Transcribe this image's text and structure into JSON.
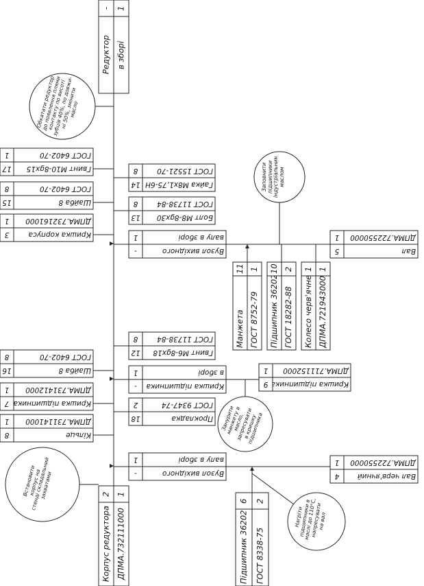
{
  "assembly": {
    "name": "Редуктор",
    "subtitle": "в зборі",
    "dash": "-",
    "qty": "1"
  },
  "housing_assembly": {
    "name": "Корпус редуктора",
    "code": "ДПМА.732111000",
    "pos": "2",
    "qty": "1"
  },
  "left_parts": [
    {
      "name": "Гвинт М10-8gx15",
      "code": "ГОСТ 6402-70",
      "pos": "17",
      "qty": "1"
    },
    {
      "name": "Шайба 8",
      "code": "ГОСТ 6402-70",
      "pos": "15",
      "qty": "8"
    },
    {
      "name": "Кришка корпуса",
      "code": "ДПМА.732161000",
      "pos": "3",
      "qty": "1"
    },
    {
      "name": "Шайба 8",
      "code": "ГОСТ 6402-70",
      "pos": "16",
      "qty": "8"
    },
    {
      "name": "Кришка підшипника",
      "code": "ДПМА.731412000",
      "pos": "7",
      "qty": "1"
    },
    {
      "name": "Кільце",
      "code": "ДПМА.731141000",
      "pos": "8",
      "qty": "1"
    }
  ],
  "center_parts": [
    {
      "name": "Гайка М8x1,75-6Н",
      "code": "ГОСТ 15521-70",
      "pos": "14",
      "qty": "8"
    },
    {
      "name": "Болт М8-8gx30",
      "code": "ГОСТ 11738-84",
      "pos": "13",
      "qty": "8"
    },
    {
      "name": "Гвинт М6-8gx18",
      "code": "ГОСТ 11738-84",
      "pos": "12",
      "qty": "8"
    },
    {
      "name": "Прокладка",
      "code": "ГОСТ 9347-74",
      "pos": "18",
      "qty": "2"
    }
  ],
  "sub_assemblies": [
    {
      "name": "Вузол вихідного",
      "sub": "валу в зборі",
      "dash": "-",
      "qty": "1"
    },
    {
      "name": "Кришка підшипника",
      "sub": "в зборі",
      "dash": "-",
      "qty": "1"
    },
    {
      "name": "Вузол вихідного",
      "sub": "валу в зборі",
      "dash": "-",
      "qty": "1"
    }
  ],
  "right_parts": [
    {
      "name": "Вал",
      "code": "ДПМА.722550000",
      "pos": "5",
      "qty": "1"
    },
    {
      "name": "Кришка підшипника",
      "code": "ДПМА.711152000",
      "pos": "9",
      "qty": "1"
    },
    {
      "name": "Вал черв'ячний",
      "code": "ДПМА.722550000",
      "pos": "4",
      "qty": "1"
    }
  ],
  "vertical_parts": [
    {
      "name": "Манжета",
      "code": "ГОСТ 8752-79",
      "pos": "11",
      "qty": "1"
    },
    {
      "name": "Підшипник 36202",
      "code": "ГОСТ 18282-88",
      "pos": "10",
      "qty": "2"
    },
    {
      "name": "Колесо черв'ячне",
      "code": "ДПМА.721943000",
      "pos": "1",
      "qty": "1"
    },
    {
      "name": "Підшипник 36202",
      "code": "ГОСТ 8338-75",
      "pos": "6",
      "qty": "2"
    }
  ],
  "notes": {
    "oil_check": "Обкатати редуктор\nдо появлення плями\nконтакту по висоті\nзубців 40%, по довжи-\nні 50%, змінити\nмасло",
    "fill_oil": "Заповнити\nпідшипники\nіндустріальним\nмаслом",
    "dip_oil": "Занурити\nманжету в\nмасло,\nзапресувати\nв кришку\nпідшипника",
    "install_housing": "Встановити\nкорпус на\nстенді складальний\nзахватами",
    "heat_bearings": "Нагріти\nпідшипники в\nмаслі до 110°С,\nнапресувати\nна вал"
  }
}
